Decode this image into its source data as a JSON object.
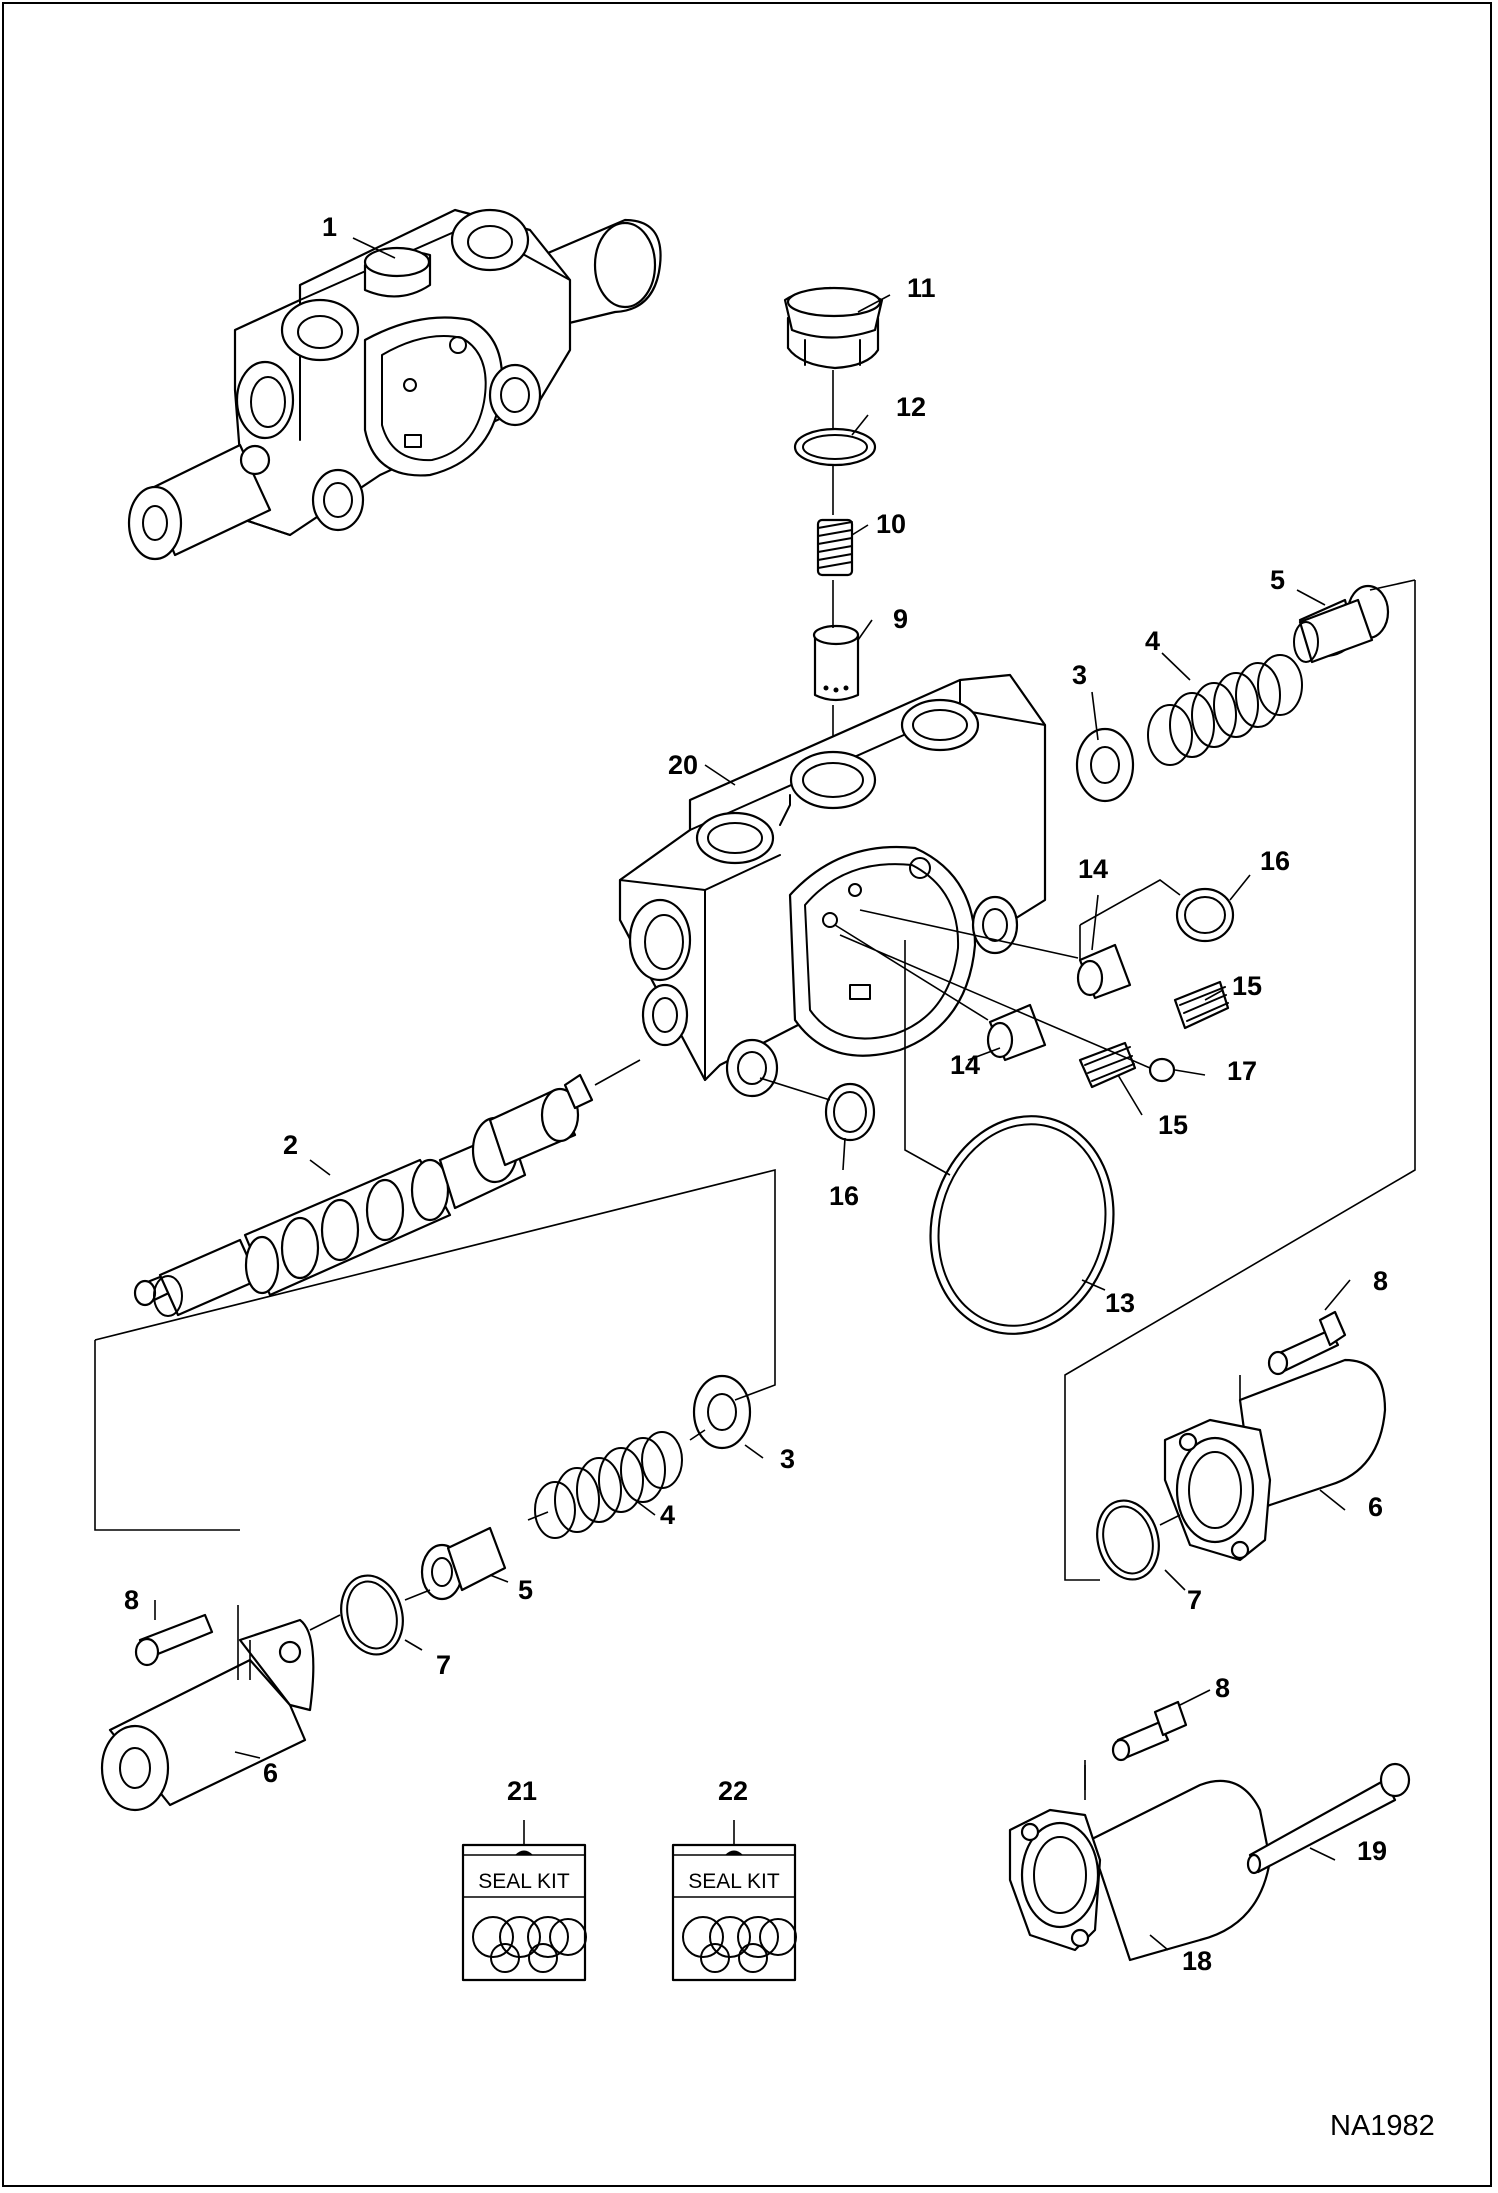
{
  "drawing_id": "NA1982",
  "seal_kit_label": "SEAL KIT",
  "callouts": [
    {
      "key": "c1",
      "text": "1"
    },
    {
      "key": "c2",
      "text": "2"
    },
    {
      "key": "c3a",
      "text": "3"
    },
    {
      "key": "c3b",
      "text": "3"
    },
    {
      "key": "c4a",
      "text": "4"
    },
    {
      "key": "c4b",
      "text": "4"
    },
    {
      "key": "c5a",
      "text": "5"
    },
    {
      "key": "c5b",
      "text": "5"
    },
    {
      "key": "c6a",
      "text": "6"
    },
    {
      "key": "c6b",
      "text": "6"
    },
    {
      "key": "c7a",
      "text": "7"
    },
    {
      "key": "c7b",
      "text": "7"
    },
    {
      "key": "c8a",
      "text": "8"
    },
    {
      "key": "c8b",
      "text": "8"
    },
    {
      "key": "c8c",
      "text": "8"
    },
    {
      "key": "c9",
      "text": "9"
    },
    {
      "key": "c10",
      "text": "10"
    },
    {
      "key": "c11",
      "text": "11"
    },
    {
      "key": "c12",
      "text": "12"
    },
    {
      "key": "c13",
      "text": "13"
    },
    {
      "key": "c14a",
      "text": "14"
    },
    {
      "key": "c14b",
      "text": "14"
    },
    {
      "key": "c15a",
      "text": "15"
    },
    {
      "key": "c15b",
      "text": "15"
    },
    {
      "key": "c16a",
      "text": "16"
    },
    {
      "key": "c16b",
      "text": "16"
    },
    {
      "key": "c17",
      "text": "17"
    },
    {
      "key": "c18",
      "text": "18"
    },
    {
      "key": "c19",
      "text": "19"
    },
    {
      "key": "c20",
      "text": "20"
    },
    {
      "key": "c21",
      "text": "21"
    },
    {
      "key": "c22",
      "text": "22"
    }
  ]
}
